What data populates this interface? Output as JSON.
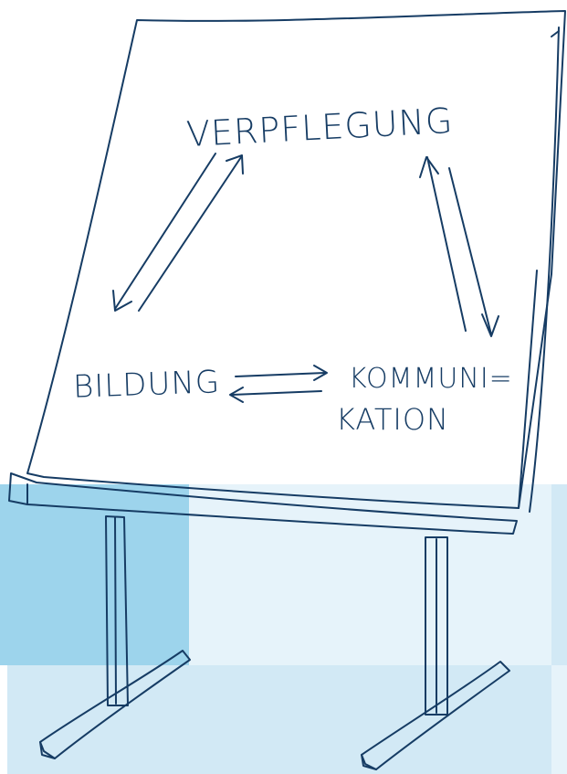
{
  "flipchart": {
    "top_label": "VERPFLEGUNG",
    "left_label": "BILDUNG",
    "right_label_line1": "KOMMUNI=",
    "right_label_line2": "KATION"
  },
  "colors": {
    "ink": "#163c64",
    "block_dark": "#9dd4ec",
    "block_light": "#e6f3fa",
    "block_mid": "#d2e9f5",
    "paper": "#ffffff"
  }
}
